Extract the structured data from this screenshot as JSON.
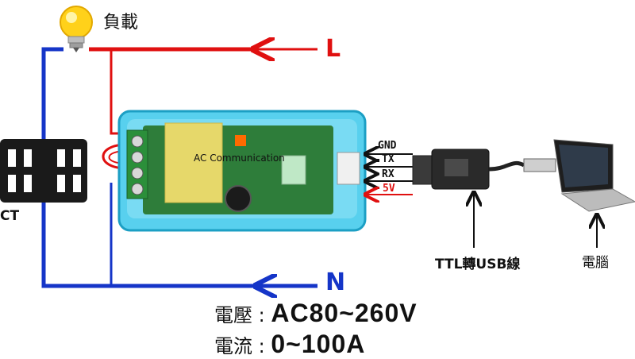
{
  "labels": {
    "load": "負載",
    "line": "L",
    "neutral": "N",
    "ct": "CT",
    "usb_cable": "TTL轉USB線",
    "computer": "電腦"
  },
  "pins": [
    "GND",
    "TX",
    "RX",
    "5V"
  ],
  "module_text": "AC Communication",
  "specs": [
    {
      "name": "電壓",
      "sep": ":",
      "value": "AC80~260V"
    },
    {
      "name": "電流",
      "sep": ":",
      "value": "0~100A"
    }
  ],
  "colors": {
    "live": "#e01010",
    "neutral": "#1535c8",
    "module": "#3fc6e6",
    "pcb": "#2e7d3a"
  }
}
